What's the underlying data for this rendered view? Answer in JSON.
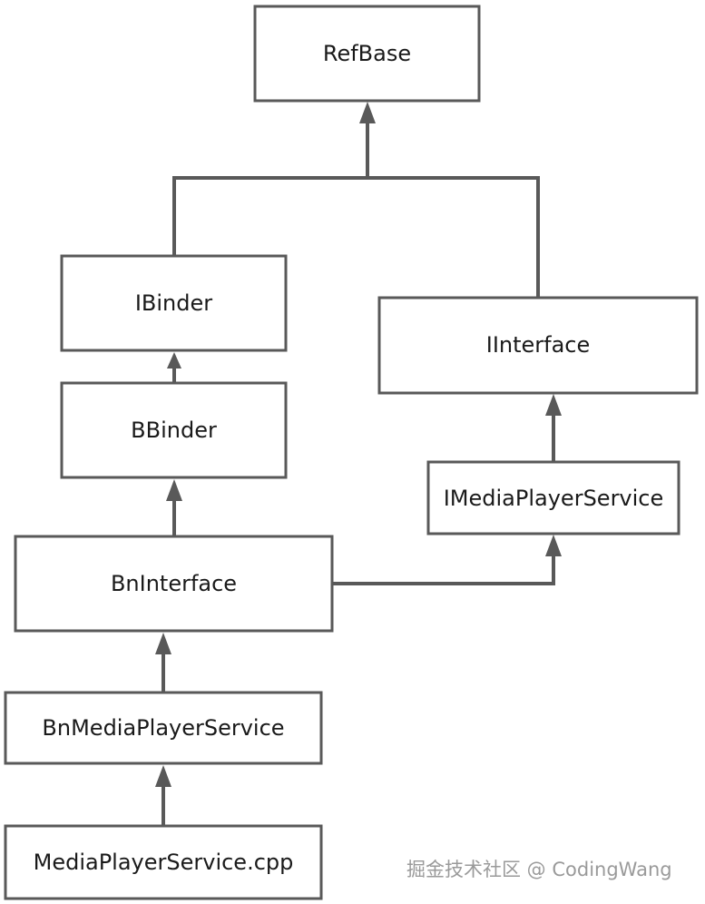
{
  "diagram": {
    "nodes": [
      {
        "id": "refbase",
        "label": "RefBase"
      },
      {
        "id": "ibinder",
        "label": "IBinder"
      },
      {
        "id": "iinterface",
        "label": "IInterface"
      },
      {
        "id": "bbinder",
        "label": "BBinder"
      },
      {
        "id": "imediaplayerservice",
        "label": "IMediaPlayerService"
      },
      {
        "id": "bninterface",
        "label": "BnInterface"
      },
      {
        "id": "bnmediaplayerservice",
        "label": "BnMediaPlayerService"
      },
      {
        "id": "mediaplayerservice_cpp",
        "label": "MediaPlayerService.cpp"
      }
    ],
    "edges": [
      {
        "from": "ibinder",
        "to": "refbase"
      },
      {
        "from": "iinterface",
        "to": "refbase"
      },
      {
        "from": "bbinder",
        "to": "ibinder"
      },
      {
        "from": "imediaplayerservice",
        "to": "iinterface"
      },
      {
        "from": "bninterface",
        "to": "bbinder"
      },
      {
        "from": "bninterface",
        "to": "imediaplayerservice"
      },
      {
        "from": "bnmediaplayerservice",
        "to": "bninterface"
      },
      {
        "from": "mediaplayerservice_cpp",
        "to": "bnmediaplayerservice"
      }
    ]
  },
  "watermark": {
    "text": "掘金技术社区 @ CodingWang"
  }
}
